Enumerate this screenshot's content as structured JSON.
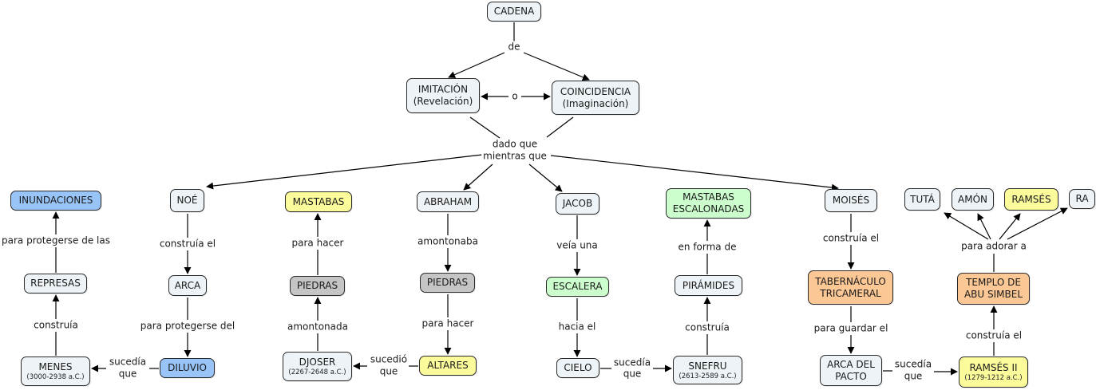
{
  "colors": {
    "default": "#edf3f6",
    "blue": "#99c4f8",
    "yellow": "#fcfb9c",
    "gray": "#c5c5c5",
    "green": "#ccfdcc",
    "orange": "#fbc795",
    "line": "#000000"
  },
  "nodes": {
    "cadena": {
      "title": "CADENA"
    },
    "imitacion": {
      "title": "IMITACIÓN",
      "sub": "(Revelación)"
    },
    "coincidencia": {
      "title": "COINCIDENCIA",
      "sub": "(Imaginación)"
    },
    "inundaciones": {
      "title": "INUNDACIONES"
    },
    "represas": {
      "title": "REPRESAS"
    },
    "menes": {
      "title": "MENES",
      "sub": "(3000-2938 a.C.)"
    },
    "noe": {
      "title": "NOÉ"
    },
    "arca": {
      "title": "ARCA"
    },
    "diluvio": {
      "title": "DILUVIO"
    },
    "mastabas": {
      "title": "MASTABAS"
    },
    "piedras_left": {
      "title": "PIEDRAS"
    },
    "djoser": {
      "title": "DJOSER",
      "sub": "(2267-2648 a.C.)"
    },
    "abraham": {
      "title": "ABRAHAM"
    },
    "piedras_right": {
      "title": "PIEDRAS"
    },
    "altares": {
      "title": "ALTARES"
    },
    "jacob": {
      "title": "JACOB"
    },
    "escalera": {
      "title": "ESCALERA"
    },
    "cielo": {
      "title": "CIELO"
    },
    "mastabas_escalonadas": {
      "title": "MASTABAS",
      "sub": "ESCALONADAS"
    },
    "piramides": {
      "title": "PIRÁMIDES"
    },
    "snefru": {
      "title": "SNEFRU",
      "sub": "(2613-2589 a.C.)"
    },
    "moises": {
      "title": "MOISÉS"
    },
    "tabernaculo": {
      "title": "TABERNÁCULO",
      "sub": "TRICAMERAL"
    },
    "arca_pacto": {
      "title": "ARCA DEL",
      "sub": "PACTO"
    },
    "tuta": {
      "title": "TUTÁ"
    },
    "amon": {
      "title": "AMÓN"
    },
    "ramses": {
      "title": "RAMSÉS"
    },
    "ra": {
      "title": "RA"
    },
    "templo": {
      "title": "TEMPLO DE",
      "sub": "ABU SIMBEL"
    },
    "ramses_ii": {
      "title": "RAMSÉS II",
      "sub": "(1279-1212 a.C.)"
    }
  },
  "links": {
    "de": "de",
    "o": "o",
    "dado_que": "dado que",
    "mientras_que": "mientras que",
    "para_protegerse_de_las": "para protegerse de las",
    "construia_menes": "construía",
    "sucedia_menes_1": "sucedía",
    "sucedia_menes_2": "que",
    "construia_el_noe": "construía el",
    "para_protegerse_del": "para protegerse del",
    "para_hacer_mastabas": "para hacer",
    "amontonada": "amontonada",
    "sucedio_1": "sucedió",
    "sucedio_2": "que",
    "amontonaba": "amontonaba",
    "para_hacer_altares": "para hacer",
    "veia_una": "veía una",
    "hacia_el": "hacia el",
    "sucedia_cielo_1": "sucedía",
    "sucedia_cielo_2": "que",
    "en_forma_de": "en forma de",
    "construia_snefru": "construía",
    "construia_el_moises": "construía el",
    "para_guardar_el": "para guardar el",
    "sucedia_pacto_1": "sucedía",
    "sucedia_pacto_2": "que",
    "para_adorar_a": "para adorar a",
    "construia_el_ramses": "construía el"
  }
}
